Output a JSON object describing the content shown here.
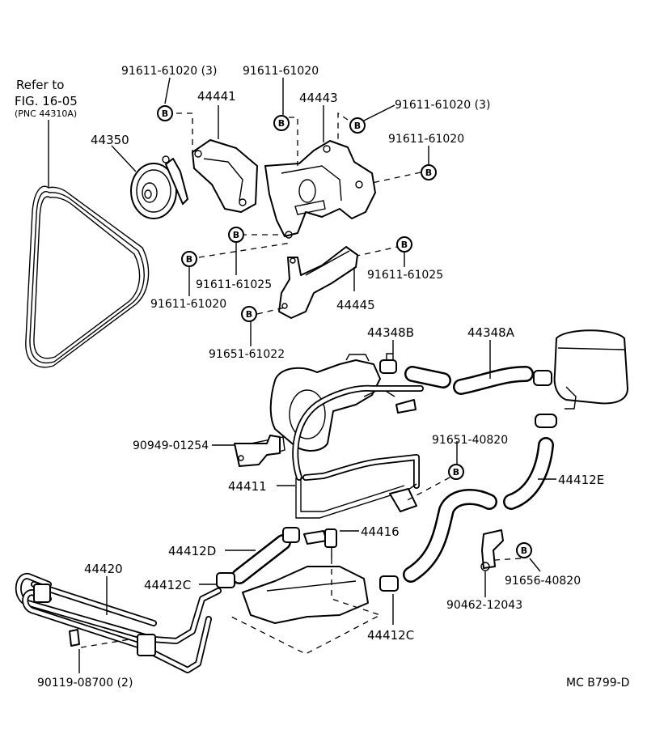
{
  "refer": {
    "line1": "Refer to",
    "line2": "FIG. 16-05",
    "line3": "(PNC 44310A)"
  },
  "bolt_marker": "B",
  "labels": {
    "p44441": "44441",
    "p44443": "44443",
    "p44350": "44350",
    "p44445": "44445",
    "p44348B": "44348B",
    "p44348A": "44348A",
    "p44411": "44411",
    "p44416": "44416",
    "p44412D": "44412D",
    "p44412C_left": "44412C",
    "p44412C_right": "44412C",
    "p44412E": "44412E",
    "p44420": "44420",
    "b_top_left": "91611-61020 (3)",
    "b_top_mid": "91611-61020",
    "b_top_right": "91611-61020 (3)",
    "b_right": "91611-61020",
    "b_mid_25a": "91611-61025",
    "b_mid_25b": "91611-61025",
    "b_mid_20": "91611-61020",
    "b_91651_61022": "91651-61022",
    "b_91651_40820": "91651-40820",
    "p90949": "90949-01254",
    "p91656": "91656-40820",
    "p90462": "90462-12043",
    "p90119": "90119-08700 (2)"
  },
  "diagram_code": "MC  B799-D"
}
